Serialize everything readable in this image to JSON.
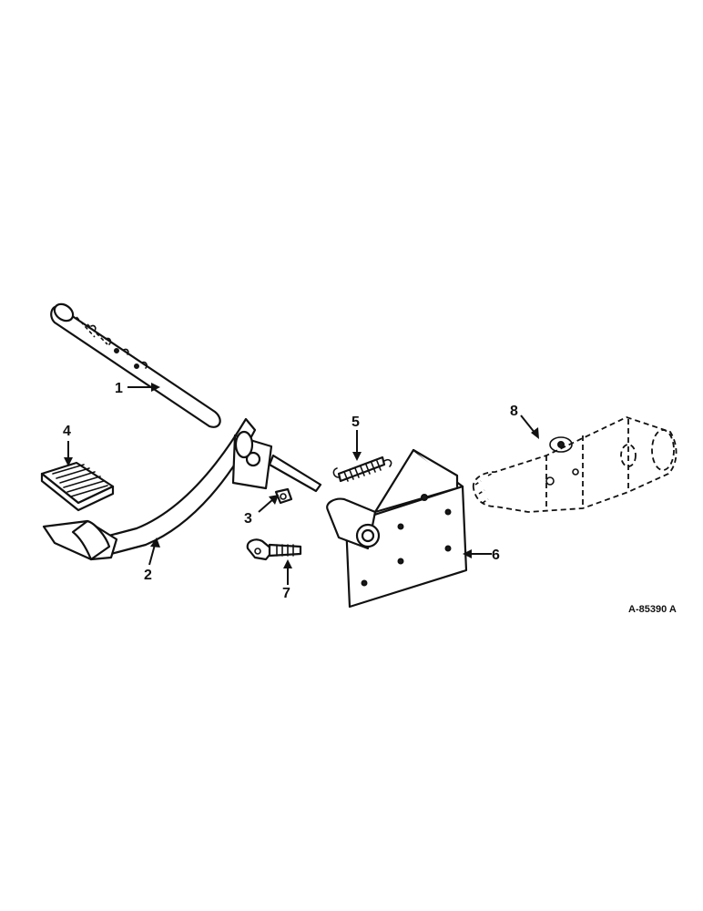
{
  "diagram": {
    "callouts": [
      {
        "id": "callout-1",
        "label": "1"
      },
      {
        "id": "callout-2",
        "label": "2"
      },
      {
        "id": "callout-3",
        "label": "3"
      },
      {
        "id": "callout-4",
        "label": "4"
      },
      {
        "id": "callout-5",
        "label": "5"
      },
      {
        "id": "callout-6",
        "label": "6"
      },
      {
        "id": "callout-7",
        "label": "7"
      },
      {
        "id": "callout-8",
        "label": "8"
      }
    ],
    "drawing_id": "A-85390 A"
  },
  "colors": {
    "ink": "#111111",
    "paper": "#ffffff"
  }
}
